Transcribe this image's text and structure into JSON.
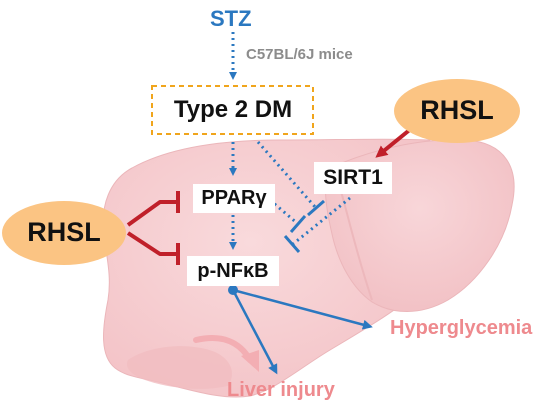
{
  "nodes": {
    "stz": "STZ",
    "mice": "C57BL/6J mice",
    "t2dm": "Type 2 DM",
    "ppar": "PPARγ",
    "sirt1": "SIRT1",
    "pnfkb": "p-NFκB",
    "rhsl_left": "RHSL",
    "rhsl_right": "RHSL",
    "hyperglycemia": "Hyperglycemia",
    "liver_injury": "Liver injury"
  },
  "colors": {
    "blue": "#2b78c0",
    "red": "#c0202a",
    "pink_text": "#ee8a8e",
    "liver": "#f6cccf",
    "liver_edge": "#eab3b7",
    "rhsl_fill": "#fbc483",
    "box_border": "#f0a51c",
    "gray_text": "#8c8c8c"
  }
}
